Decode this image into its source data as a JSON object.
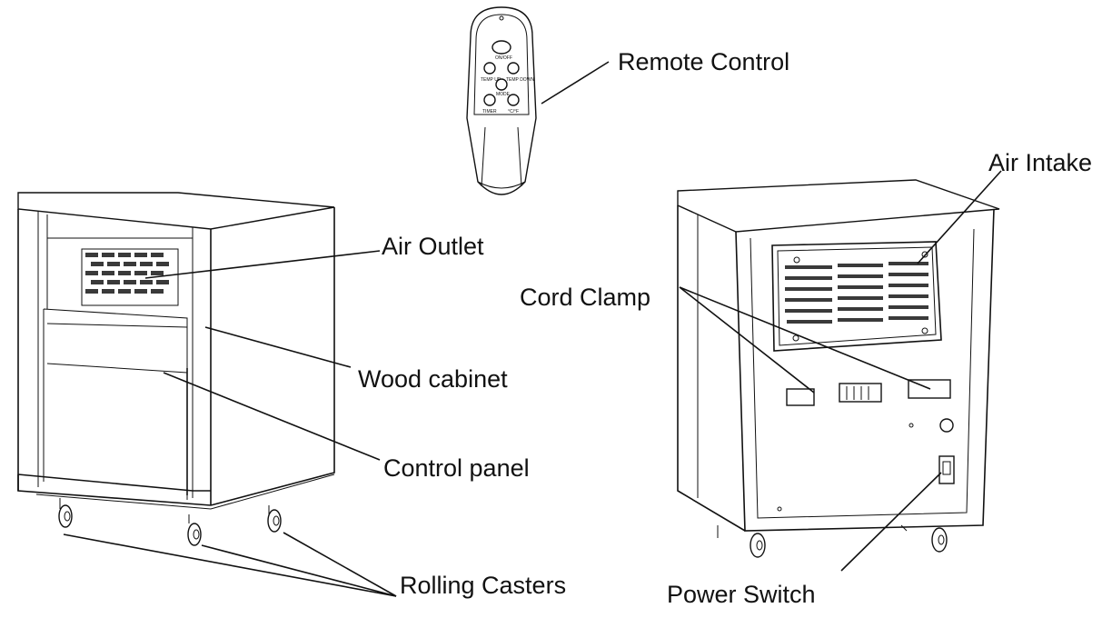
{
  "callouts": {
    "remote_control": "Remote Control",
    "air_intake": "Air Intake",
    "air_outlet": "Air Outlet",
    "cord_clamp": "Cord Clamp",
    "wood_cabinet": "Wood cabinet",
    "control_panel": "Control panel",
    "rolling_casters": "Rolling Casters",
    "power_switch": "Power Switch"
  },
  "remote_buttons": {
    "on_off": "ON/OFF",
    "temp_up": "TEMP UP",
    "temp_down": "TEMP DOWN",
    "mode": "MODE",
    "timer": "TIMER",
    "c_f": "°C/°F"
  },
  "colors": {
    "line": "#111111",
    "background": "#ffffff"
  }
}
